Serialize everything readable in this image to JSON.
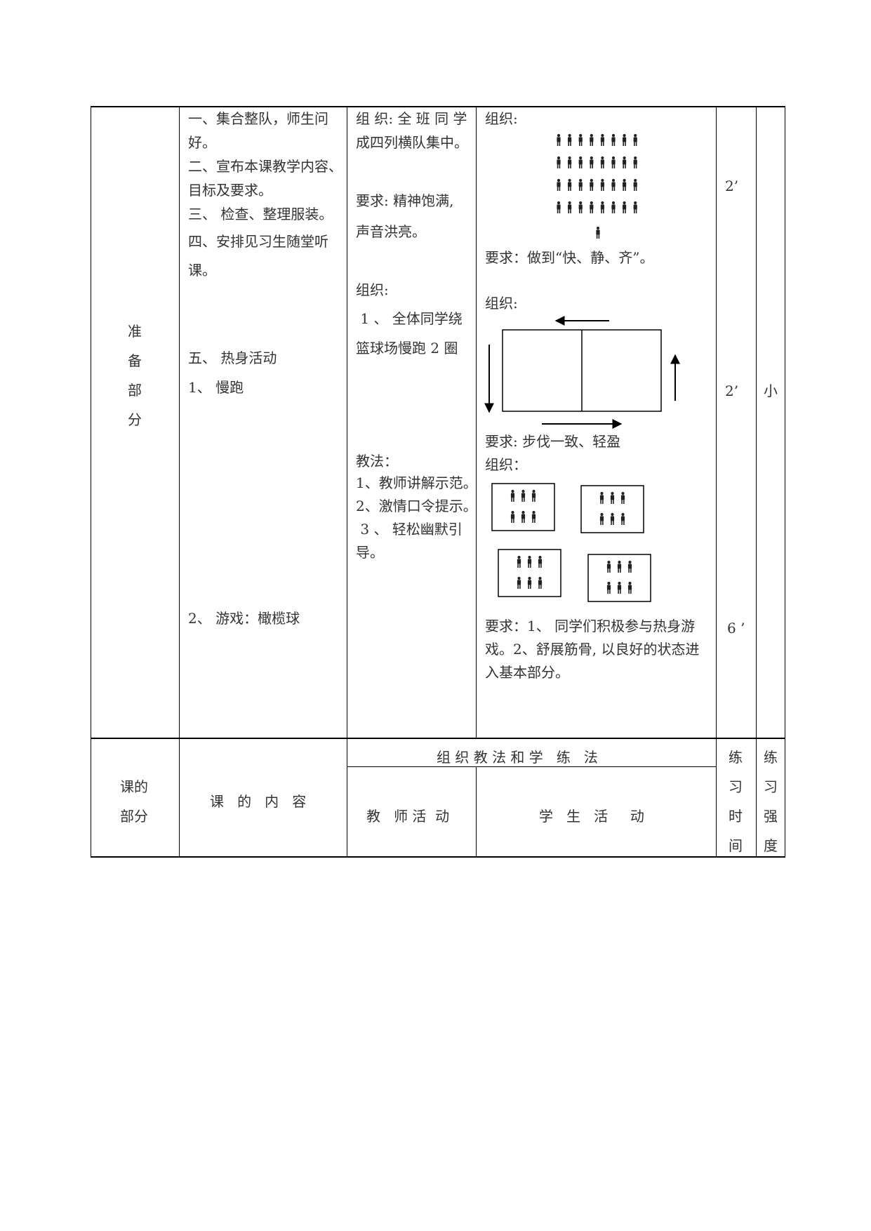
{
  "prep": {
    "section": [
      "准",
      "备",
      "部",
      "分"
    ],
    "content": [
      "一、集合整队，师生问",
      "好。",
      "二、宣布本课教学内容、",
      "目标及要求。",
      "三、 检查、整理服装。",
      "四、安排见习生随堂听",
      "课。",
      "五、 热身活动",
      "1、 慢跑",
      "2、 游戏：橄榄球"
    ],
    "teacher": [
      "组 织: 全 班 同 学",
      "成四列横队集中。",
      "要求: 精神饱满,",
      "声音洪亮。",
      "组织:",
      " 1 、 全体同学绕",
      "篮球场慢跑 2 圈",
      "教法：",
      "1、教师讲解示范。",
      "2、激情口令提示。",
      " 3 、 轻松幽默引",
      "导。"
    ],
    "student": [
      "组织:",
      "要求：做到“快、静、齐”。",
      "组织:",
      "要求: 步伐一致、轻盈",
      "组织：",
      "要求：1、 同学们积极参与热身游",
      "戏。2、舒展筋骨, 以良好的状态进",
      "入基本部分。"
    ],
    "times": [
      "2’",
      "2’",
      "6 ’"
    ],
    "intensity": "小"
  },
  "header": {
    "section": [
      "课的",
      "部分"
    ],
    "content": "课   的   内   容",
    "methods": "组 织 教 法 和 学   练   法",
    "teacher": "教   师 活  动",
    "student": "学   生   活     动",
    "time": [
      "练",
      "习",
      "时",
      "间"
    ],
    "intensity": [
      "练",
      "习",
      "强",
      "度"
    ]
  }
}
